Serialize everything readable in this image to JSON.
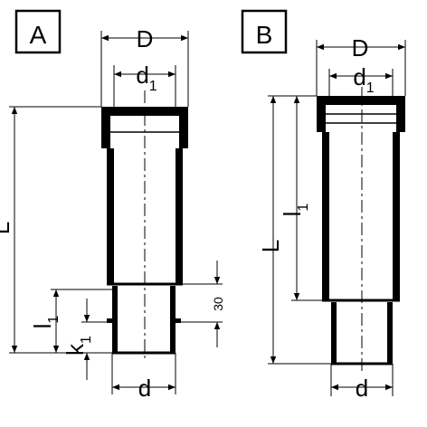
{
  "panels": [
    {
      "id": "A",
      "label": "A",
      "labels": {
        "D": "D",
        "d1": "d",
        "d1_sub": "1",
        "L": "L",
        "l1": "l",
        "l1_sub": "1",
        "k1": "k",
        "k1_sub": "1",
        "d": "d",
        "spec": "30"
      }
    },
    {
      "id": "B",
      "label": "B",
      "labels": {
        "D": "D",
        "d1": "d",
        "d1_sub": "1",
        "L": "L",
        "l1": "l",
        "l1_sub": "1",
        "d": "d"
      }
    }
  ]
}
